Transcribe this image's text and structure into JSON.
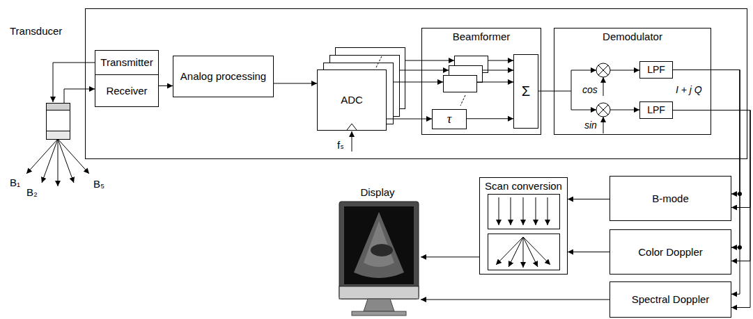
{
  "diagram": {
    "nodes": [
      {
        "text": [
          "Transmitter"
        ]
      },
      {
        "text": [
          "Receiver"
        ]
      },
      {
        "text": [
          "Analog processing"
        ]
      },
      {
        "text": [
          "ADC"
        ]
      },
      {
        "text": [
          "Beamformer"
        ]
      },
      {
        "text": [
          "τ"
        ],
        "in": 4
      },
      {
        "text": [
          "Σ"
        ],
        "in": 4
      },
      {
        "text": [
          "Demodulator"
        ]
      },
      {
        "text": [
          "LPF"
        ],
        "in": 7
      },
      {
        "text": [
          "LPF"
        ],
        "in": 7
      },
      {
        "text": [
          "Scan conversion"
        ]
      },
      {
        "text": [
          "Display"
        ]
      },
      {
        "text": [
          "B-mode"
        ]
      },
      {
        "text": [
          "Color Doppler"
        ]
      },
      {
        "text": [
          "Spectral Doppler"
        ]
      }
    ],
    "edges": [
      {
        "from": 1,
        "to": 2,
        "arrow": "to"
      },
      {
        "from": 2,
        "to": 3,
        "arrow": "to"
      },
      {
        "from": 3,
        "to": 5,
        "arrow": "to"
      },
      {
        "from": 5,
        "to": 6,
        "arrow": "to"
      },
      {
        "from": 8,
        "to": 12,
        "arrow": "to"
      },
      {
        "from": 8,
        "to": 13,
        "arrow": "to"
      },
      {
        "from": 8,
        "to": 14,
        "arrow": "to"
      },
      {
        "from": 9,
        "to": 12,
        "arrow": "to"
      },
      {
        "from": 9,
        "to": 13,
        "arrow": "to"
      },
      {
        "from": 9,
        "to": 14,
        "arrow": "to"
      },
      {
        "from": 12,
        "to": 10,
        "arrow": "to"
      },
      {
        "from": 13,
        "to": 10,
        "arrow": "to"
      },
      {
        "from": 10,
        "to": 11,
        "arrow": "to"
      },
      {
        "from": 14,
        "to": 11,
        "arrow": "to"
      }
    ],
    "labels": [
      "Transducer",
      "B₁",
      "B₂",
      "B₅",
      "fₛ",
      "cos",
      "sin",
      "I + j Q"
    ]
  }
}
